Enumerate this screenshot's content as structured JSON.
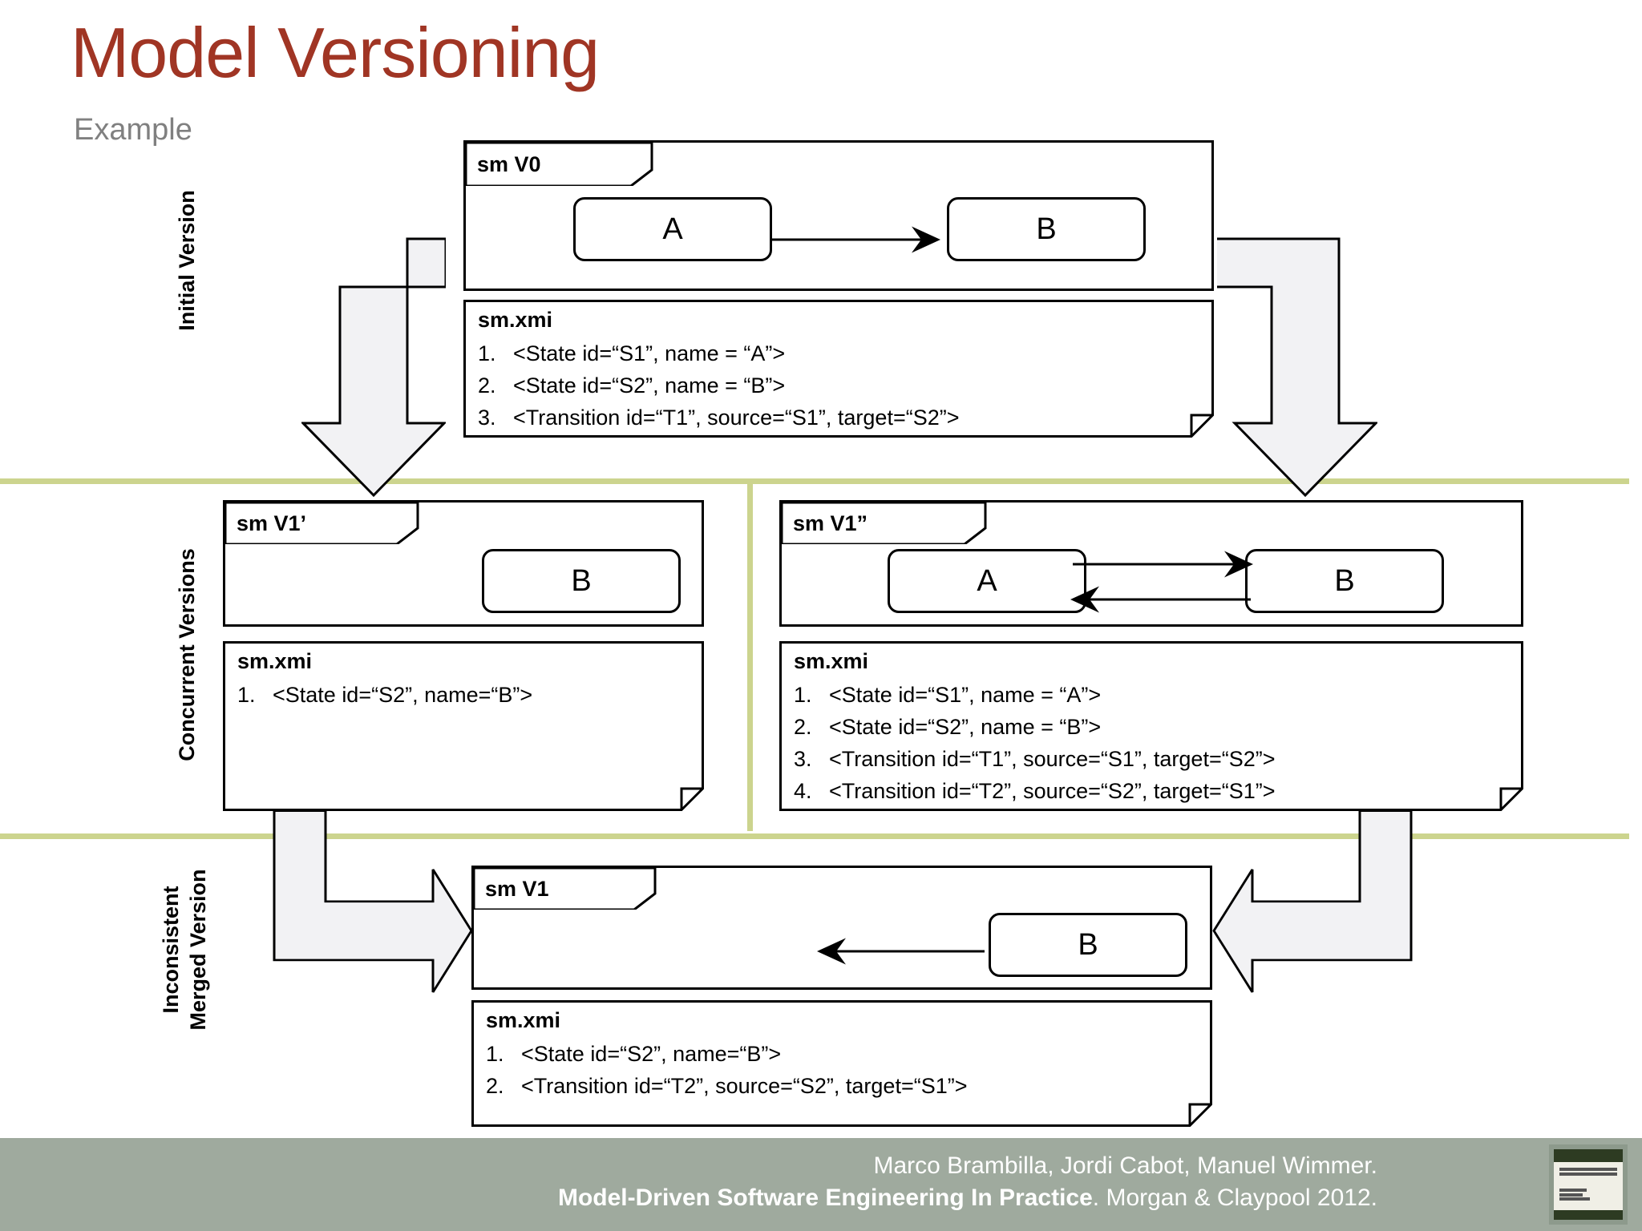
{
  "slide": {
    "title": "Model Versioning",
    "subtitle": "Example"
  },
  "bands": [
    {
      "id": "initial",
      "label": "Initial Version"
    },
    {
      "id": "concurrent",
      "label": "Concurrent Versions"
    },
    {
      "id": "merged",
      "label_line1": "Inconsistent",
      "label_line2": "Merged Version"
    }
  ],
  "diagrams": {
    "v0": {
      "frame_name": "sm V0",
      "states": [
        "A",
        "B"
      ],
      "note": {
        "title": "sm.xmi",
        "items": [
          {
            "num": "1.",
            "text": "<State id=“S1”, name = “A”>"
          },
          {
            "num": "2.",
            "text": "<State id=“S2”, name = “B”>"
          },
          {
            "num": "3.",
            "text": "<Transition id=“T1”, source=“S1”, target=“S2”>"
          }
        ]
      }
    },
    "v1prime": {
      "frame_name": "sm V1’",
      "states": [
        "B"
      ],
      "note": {
        "title": "sm.xmi",
        "items": [
          {
            "num": "1.",
            "text": "<State id=“S2”, name=“B”>"
          }
        ]
      }
    },
    "v1dprime": {
      "frame_name": "sm V1”",
      "states": [
        "A",
        "B"
      ],
      "note": {
        "title": "sm.xmi",
        "items": [
          {
            "num": "1.",
            "text": "<State id=“S1”, name = “A”>"
          },
          {
            "num": "2.",
            "text": "<State id=“S2”, name = “B”>"
          },
          {
            "num": "3.",
            "text": "<Transition id=“T1”, source=“S1”, target=“S2”>"
          },
          {
            "num": "4.",
            "text": "<Transition id=“T2”, source=“S2”, target=“S1”>"
          }
        ]
      }
    },
    "v1merged": {
      "frame_name": "sm V1",
      "states": [
        "B"
      ],
      "note": {
        "title": "sm.xmi",
        "items": [
          {
            "num": "1.",
            "text": "<State id=“S2”, name=“B”>"
          },
          {
            "num": "2.",
            "text": "<Transition id=“T2”, source=“S2”, target=“S1”>"
          }
        ]
      }
    }
  },
  "footer": {
    "authors": "Marco Brambilla, Jordi Cabot, Manuel Wimmer.",
    "book_title": "Model-Driven Software Engineering In Practice",
    "publisher": ". Morgan & Claypool 2012."
  },
  "colors": {
    "title": "#A03524",
    "subtitle": "#808080",
    "divider": "#CCD48E",
    "footer_bg": "#9FAA9E",
    "block_arrow_fill": "#F2F2F4",
    "stroke": "#000000"
  }
}
